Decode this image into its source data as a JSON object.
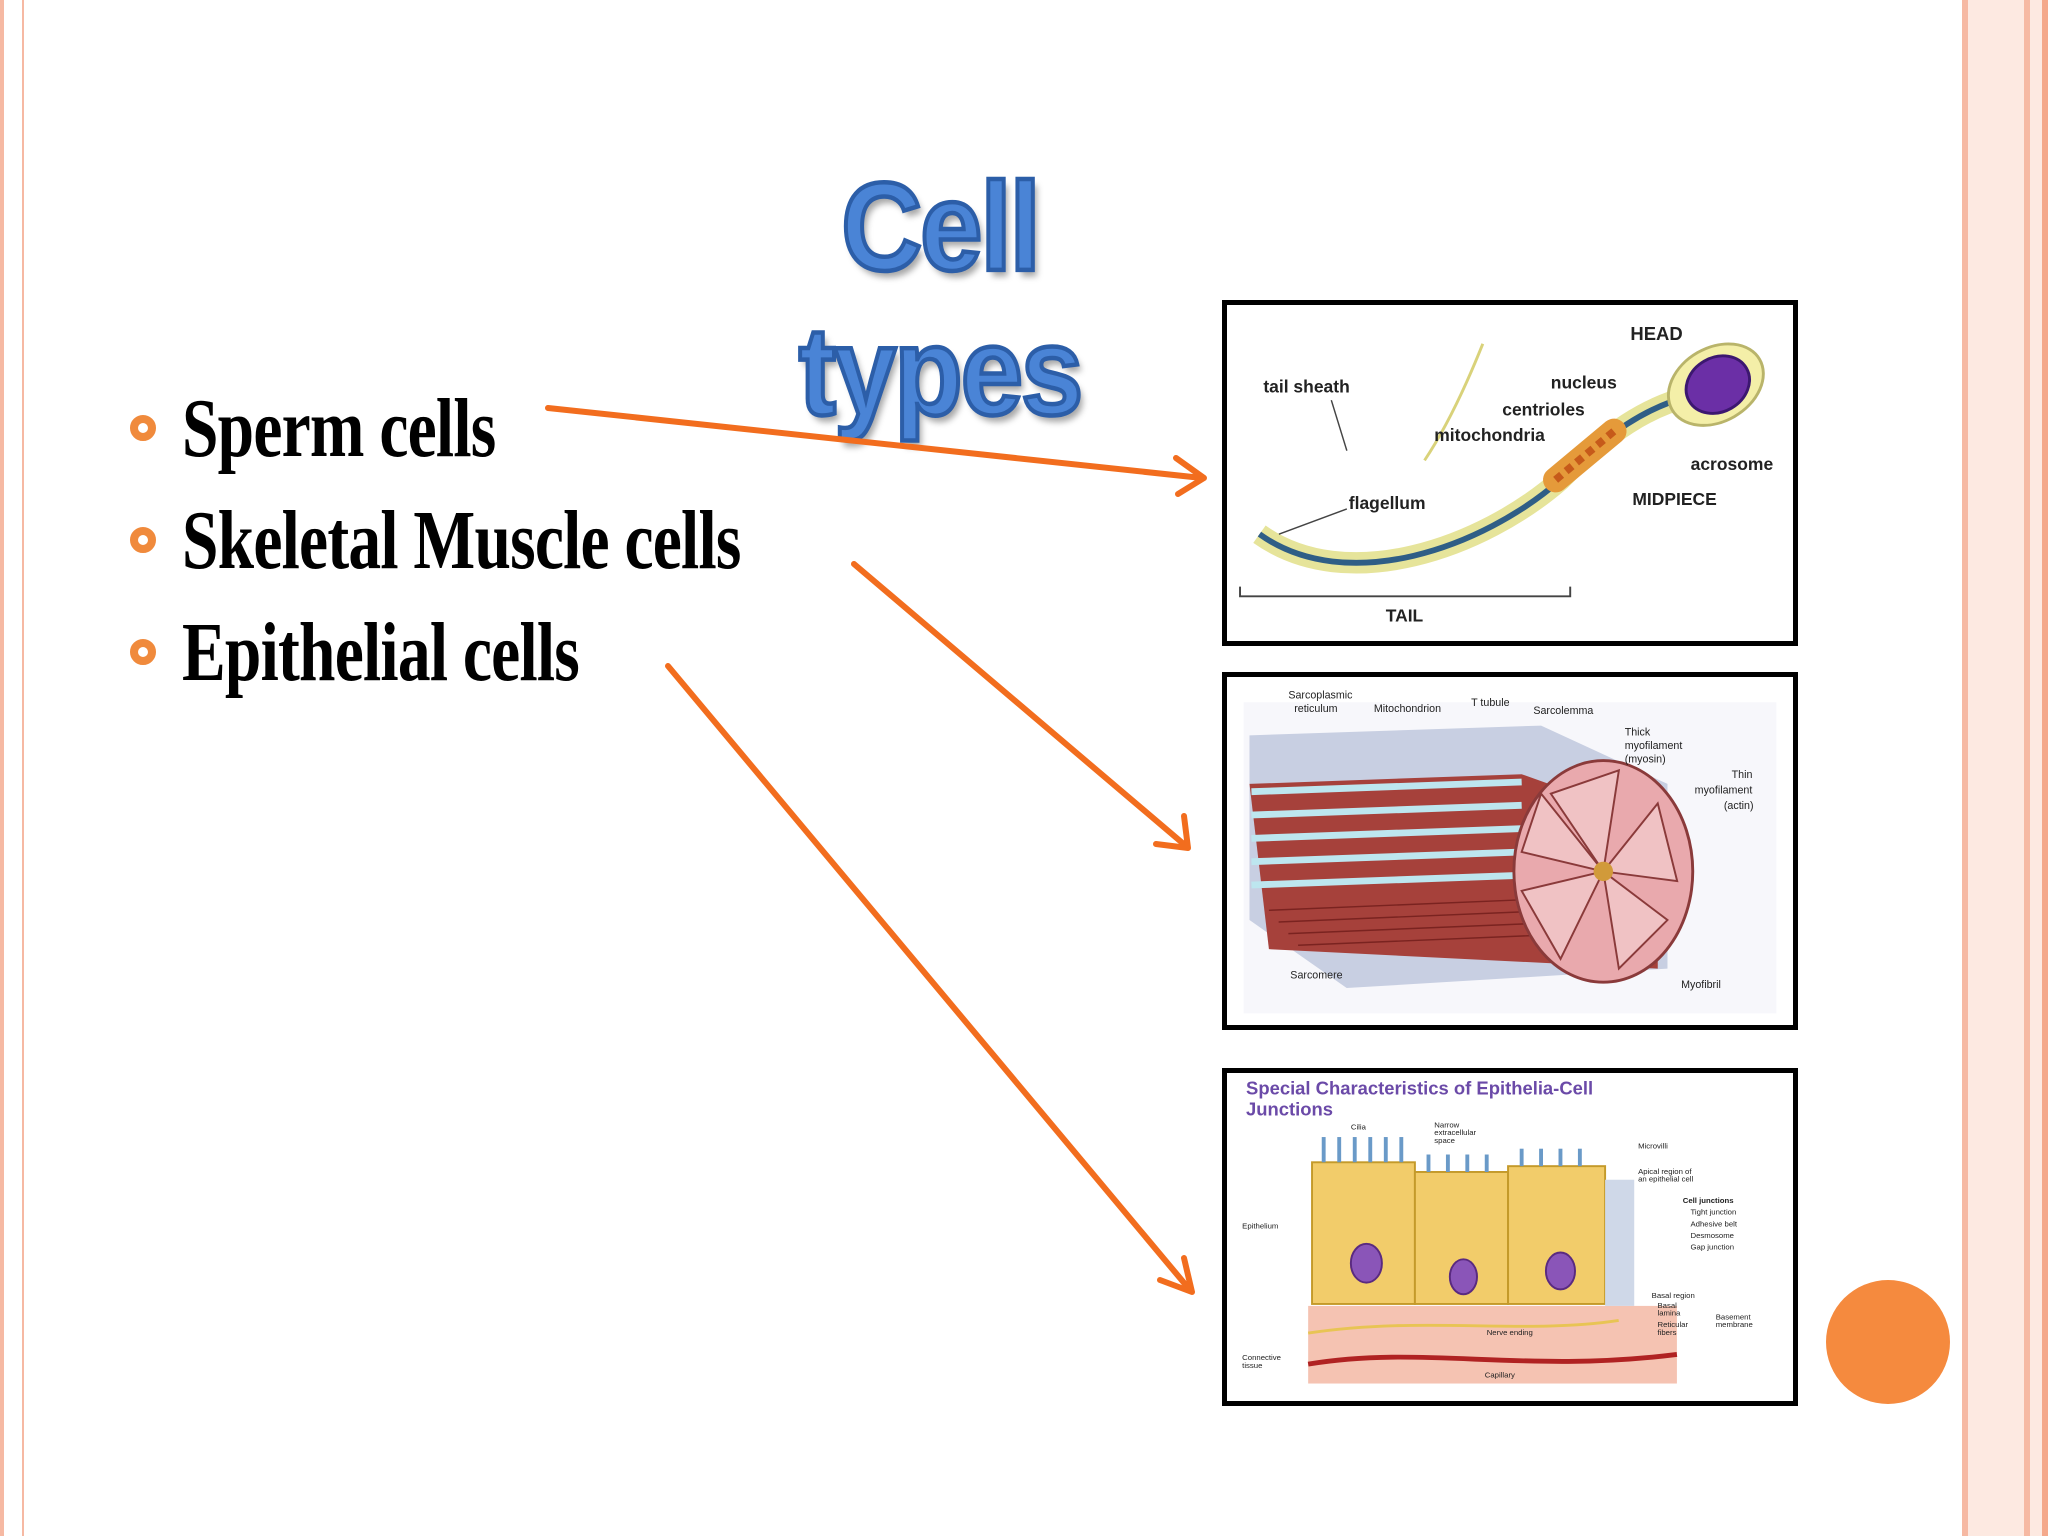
{
  "slide": {
    "title": "Cell types",
    "bullets": [
      {
        "text": "Sperm cells"
      },
      {
        "text": "Skeletal Muscle cells"
      },
      {
        "text": "Epithelial cells"
      }
    ],
    "colors": {
      "accent": "#f08a3c",
      "arrow": "#f26d1e",
      "title": "#4a84d6",
      "frame": "#f6b9a3"
    }
  },
  "sperm_diagram": {
    "labels": {
      "head": "HEAD",
      "tail_sheath": "tail sheath",
      "nucleus": "nucleus",
      "centrioles": "centrioles",
      "mitochondria": "mitochondria",
      "acrosome": "acrosome",
      "flagellum": "flagellum",
      "midpiece": "MIDPIECE",
      "tail": "TAIL"
    }
  },
  "muscle_diagram": {
    "labels": {
      "sarcoplasmic_1": "Sarcoplasmic",
      "sarcoplasmic_2": "reticulum",
      "mitochondrion": "Mitochondrion",
      "t_tubule": "T tubule",
      "sarcolemma": "Sarcolemma",
      "thick_1": "Thick",
      "thick_2": "myofilament",
      "thick_3": "(myosin)",
      "thin_1": "Thin",
      "thin_2": "myofilament",
      "thin_3": "(actin)",
      "sarcomere": "Sarcomere",
      "myofibril": "Myofibril"
    }
  },
  "epithelia_diagram": {
    "heading_1": "Special Characteristics of Epithelia-Cell",
    "heading_2": "Junctions",
    "labels": {
      "cilia": "Cilia",
      "narrow_1": "Narrow",
      "narrow_2": "extracellular",
      "narrow_3": "space",
      "microvilli": "Microvilli",
      "apical_1": "Apical region of",
      "apical_2": "an epithelial cell",
      "cell_junctions": "Cell junctions",
      "tight": "Tight junction",
      "adhesive": "Adhesive belt",
      "desmosome": "Desmosome",
      "gap": "Gap junction",
      "epithelium": "Epithelium",
      "basal_region": "Basal region",
      "basal_lamina_1": "Basal",
      "basal_lamina_2": "lamina",
      "reticular_1": "Reticular",
      "reticular_2": "fibers",
      "basement_1": "Basement",
      "basement_2": "membrane",
      "nerve": "Nerve ending",
      "connective_1": "Connective",
      "connective_2": "tissue",
      "capillary": "Capillary"
    }
  }
}
